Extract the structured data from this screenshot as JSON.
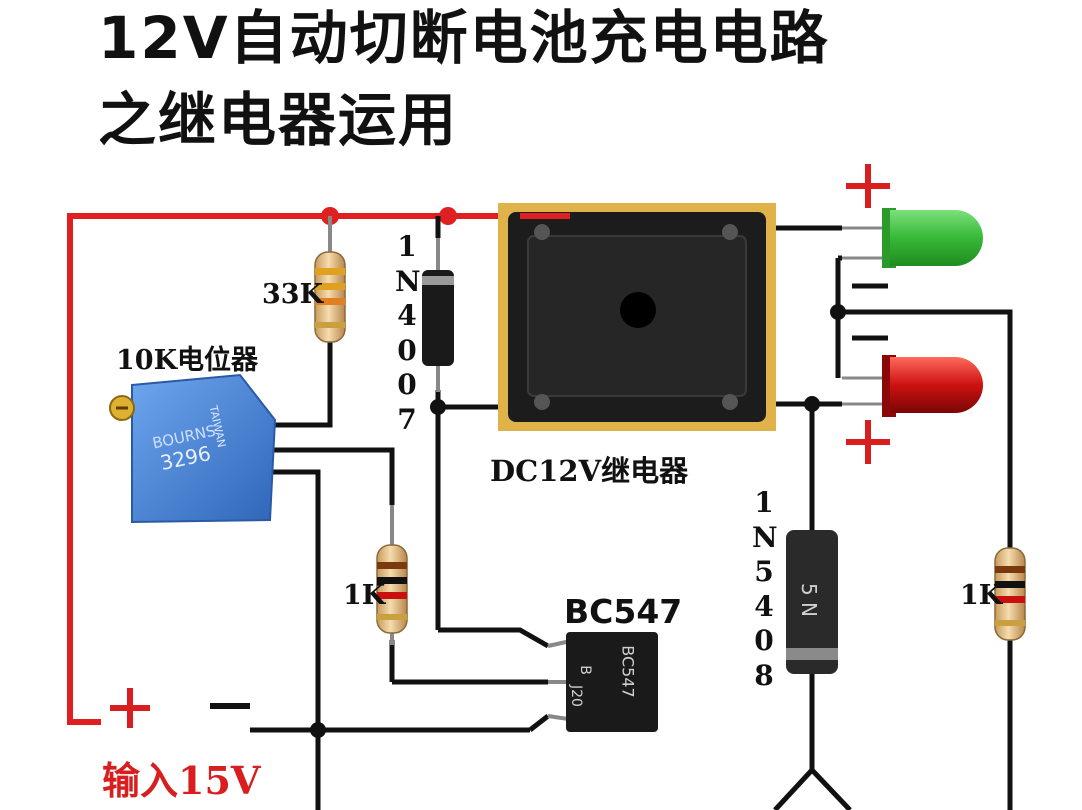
{
  "title": {
    "line1": "12V自动切断电池充电电路",
    "line2": "之继电器运用"
  },
  "labels": {
    "r33k": "33K",
    "pot": "10K电位器",
    "pot_marking": "3296",
    "pot_brand": "BOURNS",
    "pot_origin": "TAIWAN",
    "diode1": "1N4007",
    "relay": "DC12V继电器",
    "diode2": "1N5408",
    "diode2_marking": "5 N",
    "r1k_left": "1K",
    "r1k_right": "1K",
    "transistor": "BC547",
    "transistor_marking": "BC547",
    "transistor_marking2": "B",
    "transistor_marking3": "J20",
    "input_plus": "+",
    "input_minus": "−",
    "input": "输入15V",
    "led_top_plus": "+",
    "led_top_minus": "−",
    "led_bottom_minus": "−",
    "led_bottom_plus": "+"
  },
  "colors": {
    "wire": "#111111",
    "positive_wire": "#e02020",
    "red_label": "#d81e1e",
    "led_green": "#3cc23c",
    "led_red": "#c81010",
    "potentiometer": "#4a86d8",
    "relay_frame": "#e0b34a",
    "relay_body": "#1c1c1c",
    "resistor_body": "#e9c48f"
  },
  "icons": [
    "resistor-icon",
    "diode-icon",
    "relay-icon",
    "led-icon",
    "transistor-icon",
    "potentiometer-icon"
  ]
}
